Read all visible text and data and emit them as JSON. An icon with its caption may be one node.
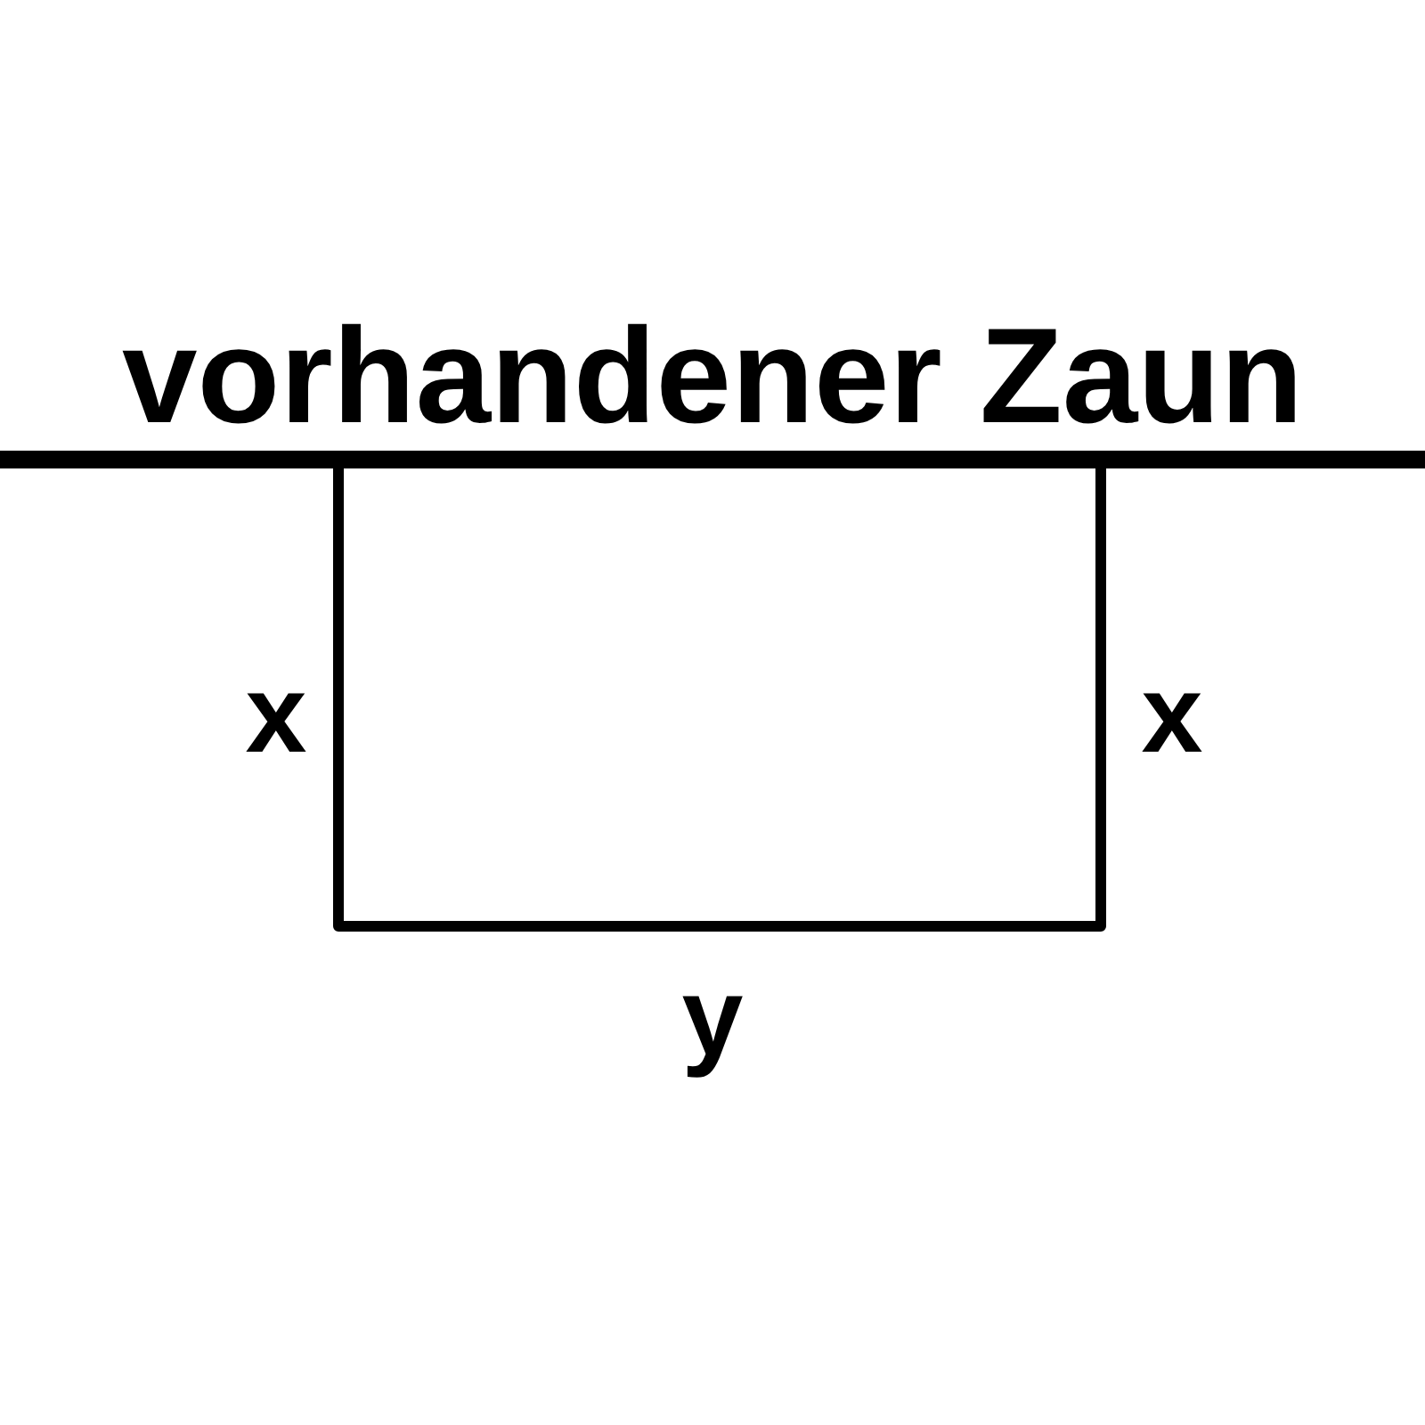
{
  "diagram": {
    "labels": [
      "vorhandener Zaun",
      "x",
      "x",
      "y"
    ]
  }
}
